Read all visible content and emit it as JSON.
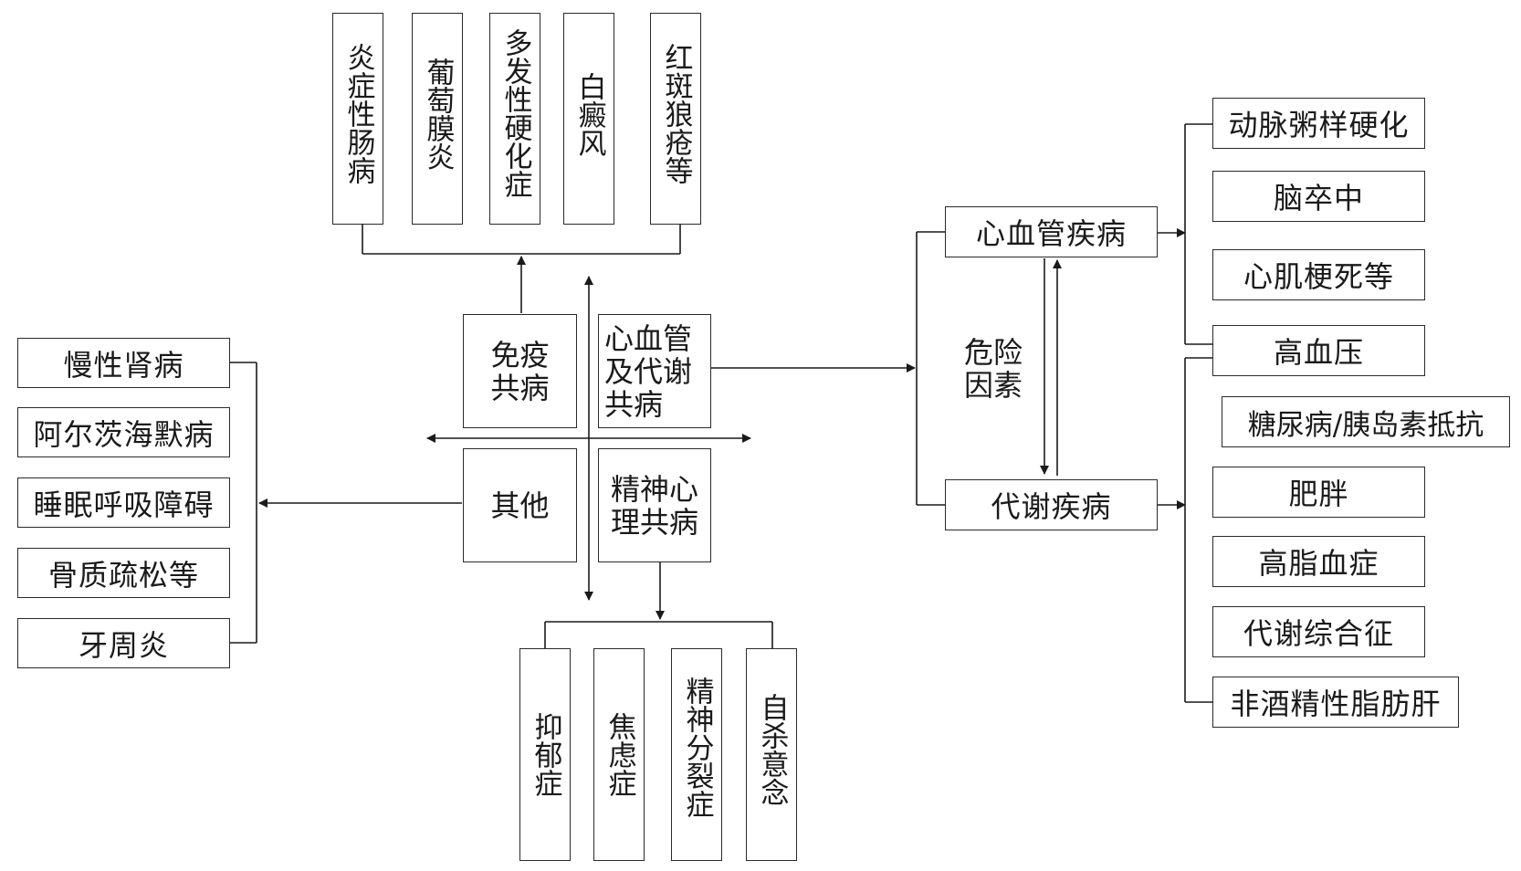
{
  "center": {
    "immune": [
      "免疫",
      "共病"
    ],
    "cardio_metabolic": [
      "心血管",
      "及代谢",
      "共病"
    ],
    "other": "其他",
    "mental": [
      "精神心",
      "理共病"
    ]
  },
  "immune_diseases": [
    "炎症性肠病",
    "葡萄膜炎",
    "多发性硬化症",
    "白癜风",
    "红斑狼疮等"
  ],
  "mental_diseases": [
    "抑郁症",
    "焦虑症",
    "精神分裂症",
    "自杀意念"
  ],
  "other_diseases": [
    "慢性肾病",
    "阿尔茨海默病",
    "睡眠呼吸障碍",
    "骨质疏松等",
    "牙周炎"
  ],
  "cardio": {
    "cardiovascular": "心血管疾病",
    "risk": [
      "危险",
      "因素"
    ],
    "metabolic": "代谢疾病",
    "cardio_diseases": [
      "动脉粥样硬化",
      "脑卒中",
      "心肌梗死等"
    ],
    "shared": "高血压",
    "metabolic_diseases": [
      "糖尿病/胰岛素抵抗",
      "肥胖",
      "高脂血症",
      "代谢综合征",
      "非酒精性脂肪肝"
    ]
  }
}
